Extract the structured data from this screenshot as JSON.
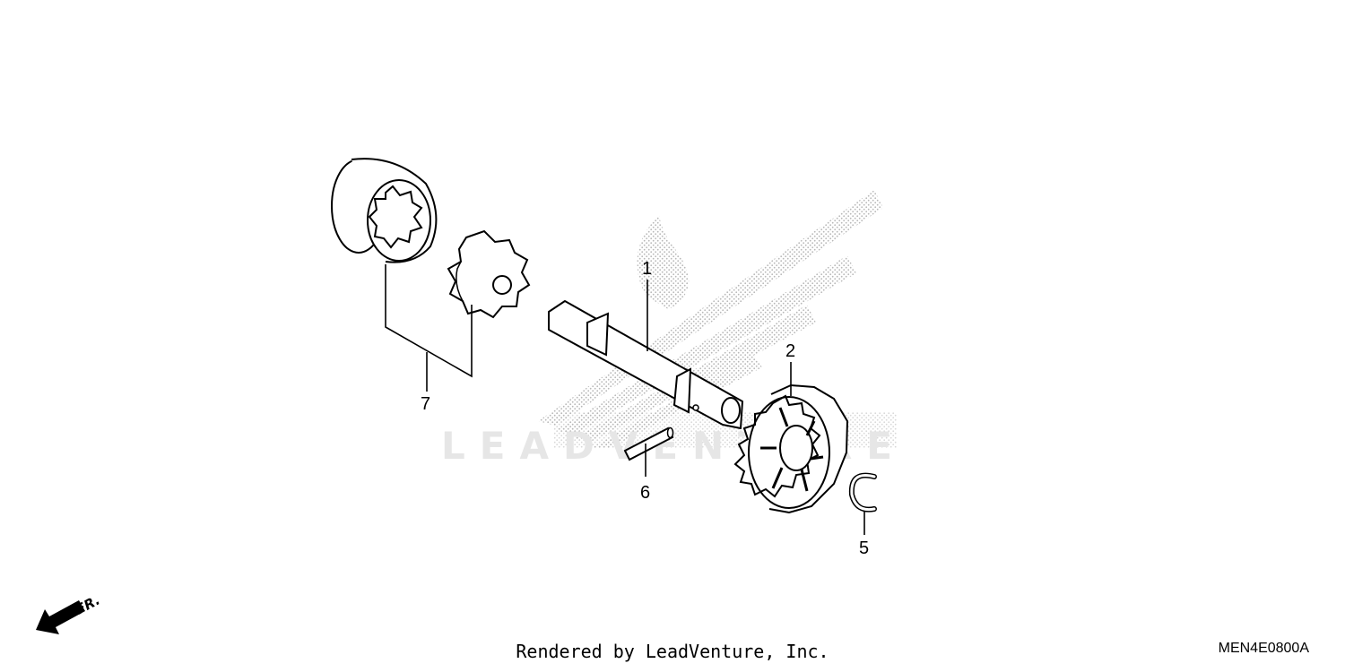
{
  "watermark": {
    "text": "LEADVENTURE"
  },
  "callouts": [
    {
      "id": "1",
      "label": "1"
    },
    {
      "id": "2",
      "label": "2"
    },
    {
      "id": "5",
      "label": "5"
    },
    {
      "id": "6",
      "label": "6"
    },
    {
      "id": "7",
      "label": "7"
    }
  ],
  "direction_indicator": {
    "label": "FR.",
    "icon": "arrow-down-left-icon"
  },
  "footer": {
    "credit": "Rendered by LeadVenture, Inc.",
    "diagram_code": "MEN4E0800A"
  },
  "colors": {
    "line": "#000000",
    "part_fill": "#ffffff",
    "watermark": "#e6e6e6",
    "stipple": "#c8c8c8"
  }
}
